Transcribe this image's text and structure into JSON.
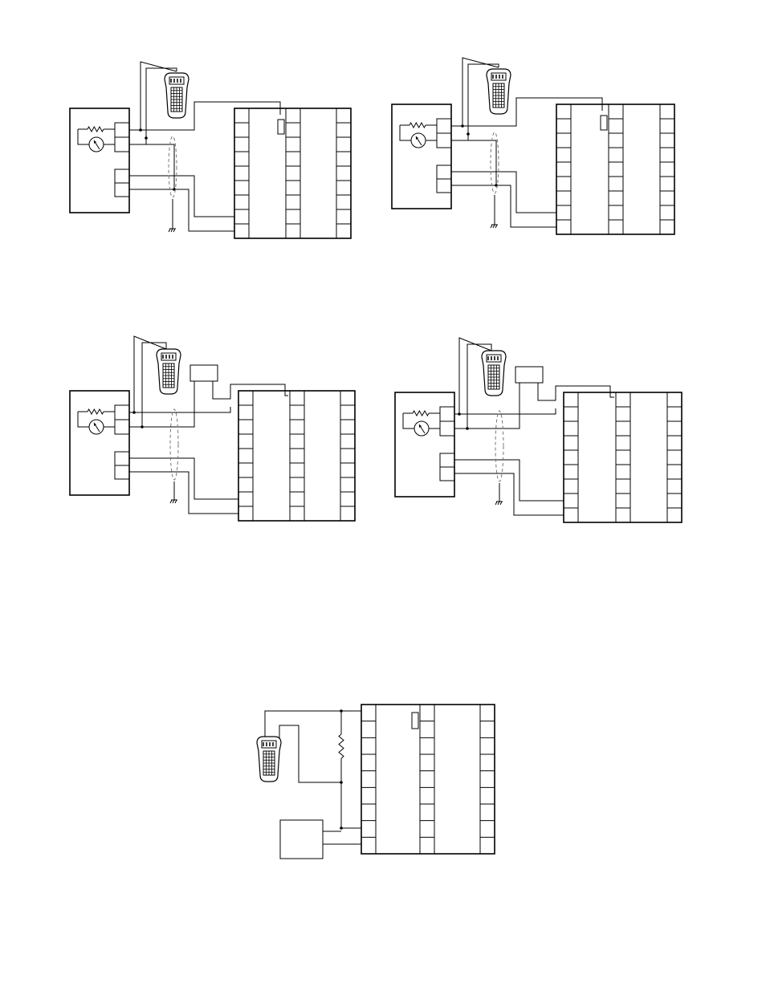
{
  "page": {
    "background": "#ffffff",
    "line_color": "#000000",
    "shield_color": "#777777"
  },
  "diagrams": [
    {
      "id": "diagram-1",
      "variant": "field-device-bottom-wiring",
      "has_power_supply": false,
      "handheld": "hart-communicator"
    },
    {
      "id": "diagram-2",
      "variant": "field-device-bottom-wiring",
      "has_power_supply": false,
      "handheld": "hart-communicator"
    },
    {
      "id": "diagram-3",
      "variant": "field-device-with-external-box",
      "has_power_supply": true,
      "handheld": "hart-communicator"
    },
    {
      "id": "diagram-4",
      "variant": "field-device-with-external-box",
      "has_power_supply": true,
      "handheld": "hart-communicator"
    },
    {
      "id": "diagram-5",
      "variant": "load-resistor-with-supply",
      "has_power_supply": true,
      "handheld": "hart-communicator"
    }
  ],
  "icons": {
    "handheld": "hart-communicator-icon",
    "resistor": "resistor-icon",
    "meter": "meter-icon",
    "ground": "ground-icon",
    "shield": "cable-shield-icon"
  }
}
